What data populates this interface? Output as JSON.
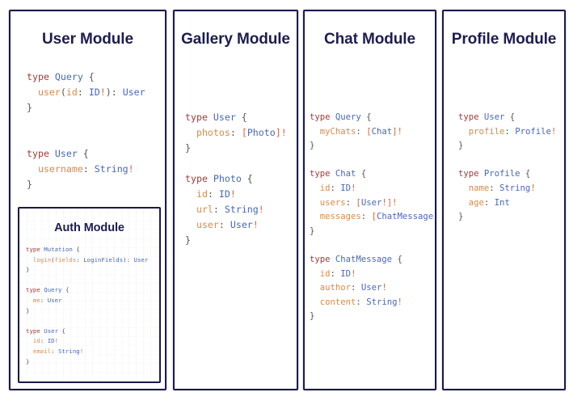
{
  "page": {
    "background": "#ffffff",
    "border_color": "#1a1a4e",
    "title_color": "#1d1d50"
  },
  "syntax_colors": {
    "keyword": "#a33a3a",
    "type": "#4767b8",
    "field": "#d98a48",
    "punctuation": "#555555",
    "bang": "#d4663a"
  },
  "modules": [
    {
      "id": "user",
      "title": "User Module",
      "code_lines": [
        [
          {
            "t": "type ",
            "c": "key"
          },
          {
            "t": "Query",
            "c": "type"
          },
          {
            "t": " {",
            "c": "punc"
          }
        ],
        [
          {
            "t": "  ",
            "c": "punc"
          },
          {
            "t": "user",
            "c": "field"
          },
          {
            "t": "(",
            "c": "punc"
          },
          {
            "t": "id",
            "c": "field"
          },
          {
            "t": ": ",
            "c": "punc"
          },
          {
            "t": "ID",
            "c": "type"
          },
          {
            "t": "!",
            "c": "bang"
          },
          {
            "t": "): ",
            "c": "punc"
          },
          {
            "t": "User",
            "c": "type"
          }
        ],
        [
          {
            "t": "}",
            "c": "punc"
          }
        ],
        [
          {
            "t": "",
            "c": "punc"
          }
        ],
        [
          {
            "t": "",
            "c": "punc"
          }
        ],
        [
          {
            "t": "type ",
            "c": "key"
          },
          {
            "t": "User",
            "c": "type"
          },
          {
            "t": " {",
            "c": "punc"
          }
        ],
        [
          {
            "t": "  ",
            "c": "punc"
          },
          {
            "t": "username",
            "c": "field"
          },
          {
            "t": ": ",
            "c": "punc"
          },
          {
            "t": "String",
            "c": "type"
          },
          {
            "t": "!",
            "c": "bang"
          }
        ],
        [
          {
            "t": "}",
            "c": "punc"
          }
        ]
      ],
      "nested": {
        "id": "auth",
        "title": "Auth Module",
        "code_lines": [
          [
            {
              "t": "type ",
              "c": "key"
            },
            {
              "t": "Mutation",
              "c": "type"
            },
            {
              "t": " {",
              "c": "punc"
            }
          ],
          [
            {
              "t": "  ",
              "c": "punc"
            },
            {
              "t": "login",
              "c": "field"
            },
            {
              "t": "(",
              "c": "punc"
            },
            {
              "t": "fields",
              "c": "field"
            },
            {
              "t": ": ",
              "c": "punc"
            },
            {
              "t": "LoginFields",
              "c": "type"
            },
            {
              "t": "): ",
              "c": "punc"
            },
            {
              "t": "User",
              "c": "type"
            }
          ],
          [
            {
              "t": "}",
              "c": "punc"
            }
          ],
          [
            {
              "t": "",
              "c": "punc"
            }
          ],
          [
            {
              "t": "type ",
              "c": "key"
            },
            {
              "t": "Query",
              "c": "type"
            },
            {
              "t": " {",
              "c": "punc"
            }
          ],
          [
            {
              "t": "  ",
              "c": "punc"
            },
            {
              "t": "me",
              "c": "field"
            },
            {
              "t": ": ",
              "c": "punc"
            },
            {
              "t": "User",
              "c": "type"
            }
          ],
          [
            {
              "t": "}",
              "c": "punc"
            }
          ],
          [
            {
              "t": "",
              "c": "punc"
            }
          ],
          [
            {
              "t": "type ",
              "c": "key"
            },
            {
              "t": "User",
              "c": "type"
            },
            {
              "t": " {",
              "c": "punc"
            }
          ],
          [
            {
              "t": "  ",
              "c": "punc"
            },
            {
              "t": "id",
              "c": "field"
            },
            {
              "t": ": ",
              "c": "punc"
            },
            {
              "t": "ID",
              "c": "type"
            },
            {
              "t": "!",
              "c": "bang"
            }
          ],
          [
            {
              "t": "  ",
              "c": "punc"
            },
            {
              "t": "email",
              "c": "field"
            },
            {
              "t": ": ",
              "c": "punc"
            },
            {
              "t": "String",
              "c": "type"
            },
            {
              "t": "!",
              "c": "bang"
            }
          ],
          [
            {
              "t": "}",
              "c": "punc"
            }
          ]
        ]
      }
    },
    {
      "id": "gallery",
      "title": "Gallery Module",
      "code_lines": [
        [
          {
            "t": "type ",
            "c": "key"
          },
          {
            "t": "User",
            "c": "type"
          },
          {
            "t": " {",
            "c": "punc"
          }
        ],
        [
          {
            "t": "  ",
            "c": "punc"
          },
          {
            "t": "photos",
            "c": "field"
          },
          {
            "t": ": ",
            "c": "punc"
          },
          {
            "t": "[",
            "c": "bang"
          },
          {
            "t": "Photo",
            "c": "type"
          },
          {
            "t": "]",
            "c": "bang"
          },
          {
            "t": "!",
            "c": "bang"
          }
        ],
        [
          {
            "t": "}",
            "c": "punc"
          }
        ],
        [
          {
            "t": "",
            "c": "punc"
          }
        ],
        [
          {
            "t": "type ",
            "c": "key"
          },
          {
            "t": "Photo",
            "c": "type"
          },
          {
            "t": " {",
            "c": "punc"
          }
        ],
        [
          {
            "t": "  ",
            "c": "punc"
          },
          {
            "t": "id",
            "c": "field"
          },
          {
            "t": ": ",
            "c": "punc"
          },
          {
            "t": "ID",
            "c": "type"
          },
          {
            "t": "!",
            "c": "bang"
          }
        ],
        [
          {
            "t": "  ",
            "c": "punc"
          },
          {
            "t": "url",
            "c": "field"
          },
          {
            "t": ": ",
            "c": "punc"
          },
          {
            "t": "String",
            "c": "type"
          },
          {
            "t": "!",
            "c": "bang"
          }
        ],
        [
          {
            "t": "  ",
            "c": "punc"
          },
          {
            "t": "user",
            "c": "field"
          },
          {
            "t": ": ",
            "c": "punc"
          },
          {
            "t": "User",
            "c": "type"
          },
          {
            "t": "!",
            "c": "bang"
          }
        ],
        [
          {
            "t": "}",
            "c": "punc"
          }
        ]
      ]
    },
    {
      "id": "chat",
      "title": "Chat Module",
      "code_lines": [
        [
          {
            "t": "type ",
            "c": "key"
          },
          {
            "t": "Query",
            "c": "type"
          },
          {
            "t": " {",
            "c": "punc"
          }
        ],
        [
          {
            "t": "  ",
            "c": "punc"
          },
          {
            "t": "myChats",
            "c": "field"
          },
          {
            "t": ": ",
            "c": "punc"
          },
          {
            "t": "[",
            "c": "bang"
          },
          {
            "t": "Chat",
            "c": "type"
          },
          {
            "t": "]",
            "c": "bang"
          },
          {
            "t": "!",
            "c": "bang"
          }
        ],
        [
          {
            "t": "}",
            "c": "punc"
          }
        ],
        [
          {
            "t": "",
            "c": "punc"
          }
        ],
        [
          {
            "t": "type ",
            "c": "key"
          },
          {
            "t": "Chat",
            "c": "type"
          },
          {
            "t": " {",
            "c": "punc"
          }
        ],
        [
          {
            "t": "  ",
            "c": "punc"
          },
          {
            "t": "id",
            "c": "field"
          },
          {
            "t": ": ",
            "c": "punc"
          },
          {
            "t": "ID",
            "c": "type"
          },
          {
            "t": "!",
            "c": "bang"
          }
        ],
        [
          {
            "t": "  ",
            "c": "punc"
          },
          {
            "t": "users",
            "c": "field"
          },
          {
            "t": ": ",
            "c": "punc"
          },
          {
            "t": "[",
            "c": "bang"
          },
          {
            "t": "User",
            "c": "type"
          },
          {
            "t": "!]!",
            "c": "bang"
          }
        ],
        [
          {
            "t": "  ",
            "c": "punc"
          },
          {
            "t": "messages",
            "c": "field"
          },
          {
            "t": ": ",
            "c": "punc"
          },
          {
            "t": "[",
            "c": "bang"
          },
          {
            "t": "ChatMessage",
            "c": "type"
          },
          {
            "t": "]",
            "c": "bang"
          },
          {
            "t": "!",
            "c": "bang"
          }
        ],
        [
          {
            "t": "}",
            "c": "punc"
          }
        ],
        [
          {
            "t": "",
            "c": "punc"
          }
        ],
        [
          {
            "t": "type ",
            "c": "key"
          },
          {
            "t": "ChatMessage",
            "c": "type"
          },
          {
            "t": " {",
            "c": "punc"
          }
        ],
        [
          {
            "t": "  ",
            "c": "punc"
          },
          {
            "t": "id",
            "c": "field"
          },
          {
            "t": ": ",
            "c": "punc"
          },
          {
            "t": "ID",
            "c": "type"
          },
          {
            "t": "!",
            "c": "bang"
          }
        ],
        [
          {
            "t": "  ",
            "c": "punc"
          },
          {
            "t": "author",
            "c": "field"
          },
          {
            "t": ": ",
            "c": "punc"
          },
          {
            "t": "User",
            "c": "type"
          },
          {
            "t": "!",
            "c": "bang"
          }
        ],
        [
          {
            "t": "  ",
            "c": "punc"
          },
          {
            "t": "content",
            "c": "field"
          },
          {
            "t": ": ",
            "c": "punc"
          },
          {
            "t": "String",
            "c": "type"
          },
          {
            "t": "!",
            "c": "bang"
          }
        ],
        [
          {
            "t": "}",
            "c": "punc"
          }
        ]
      ]
    },
    {
      "id": "profile",
      "title": "Profile Module",
      "code_lines": [
        [
          {
            "t": "type ",
            "c": "key"
          },
          {
            "t": "User",
            "c": "type"
          },
          {
            "t": " {",
            "c": "punc"
          }
        ],
        [
          {
            "t": "  ",
            "c": "punc"
          },
          {
            "t": "profile",
            "c": "field"
          },
          {
            "t": ": ",
            "c": "punc"
          },
          {
            "t": "Profile",
            "c": "type"
          },
          {
            "t": "!",
            "c": "bang"
          }
        ],
        [
          {
            "t": "}",
            "c": "punc"
          }
        ],
        [
          {
            "t": "",
            "c": "punc"
          }
        ],
        [
          {
            "t": "type ",
            "c": "key"
          },
          {
            "t": "Profile",
            "c": "type"
          },
          {
            "t": " {",
            "c": "punc"
          }
        ],
        [
          {
            "t": "  ",
            "c": "punc"
          },
          {
            "t": "name",
            "c": "field"
          },
          {
            "t": ": ",
            "c": "punc"
          },
          {
            "t": "String",
            "c": "type"
          },
          {
            "t": "!",
            "c": "bang"
          }
        ],
        [
          {
            "t": "  ",
            "c": "punc"
          },
          {
            "t": "age",
            "c": "field"
          },
          {
            "t": ": ",
            "c": "punc"
          },
          {
            "t": "Int",
            "c": "type"
          }
        ],
        [
          {
            "t": "}",
            "c": "punc"
          }
        ]
      ]
    }
  ]
}
